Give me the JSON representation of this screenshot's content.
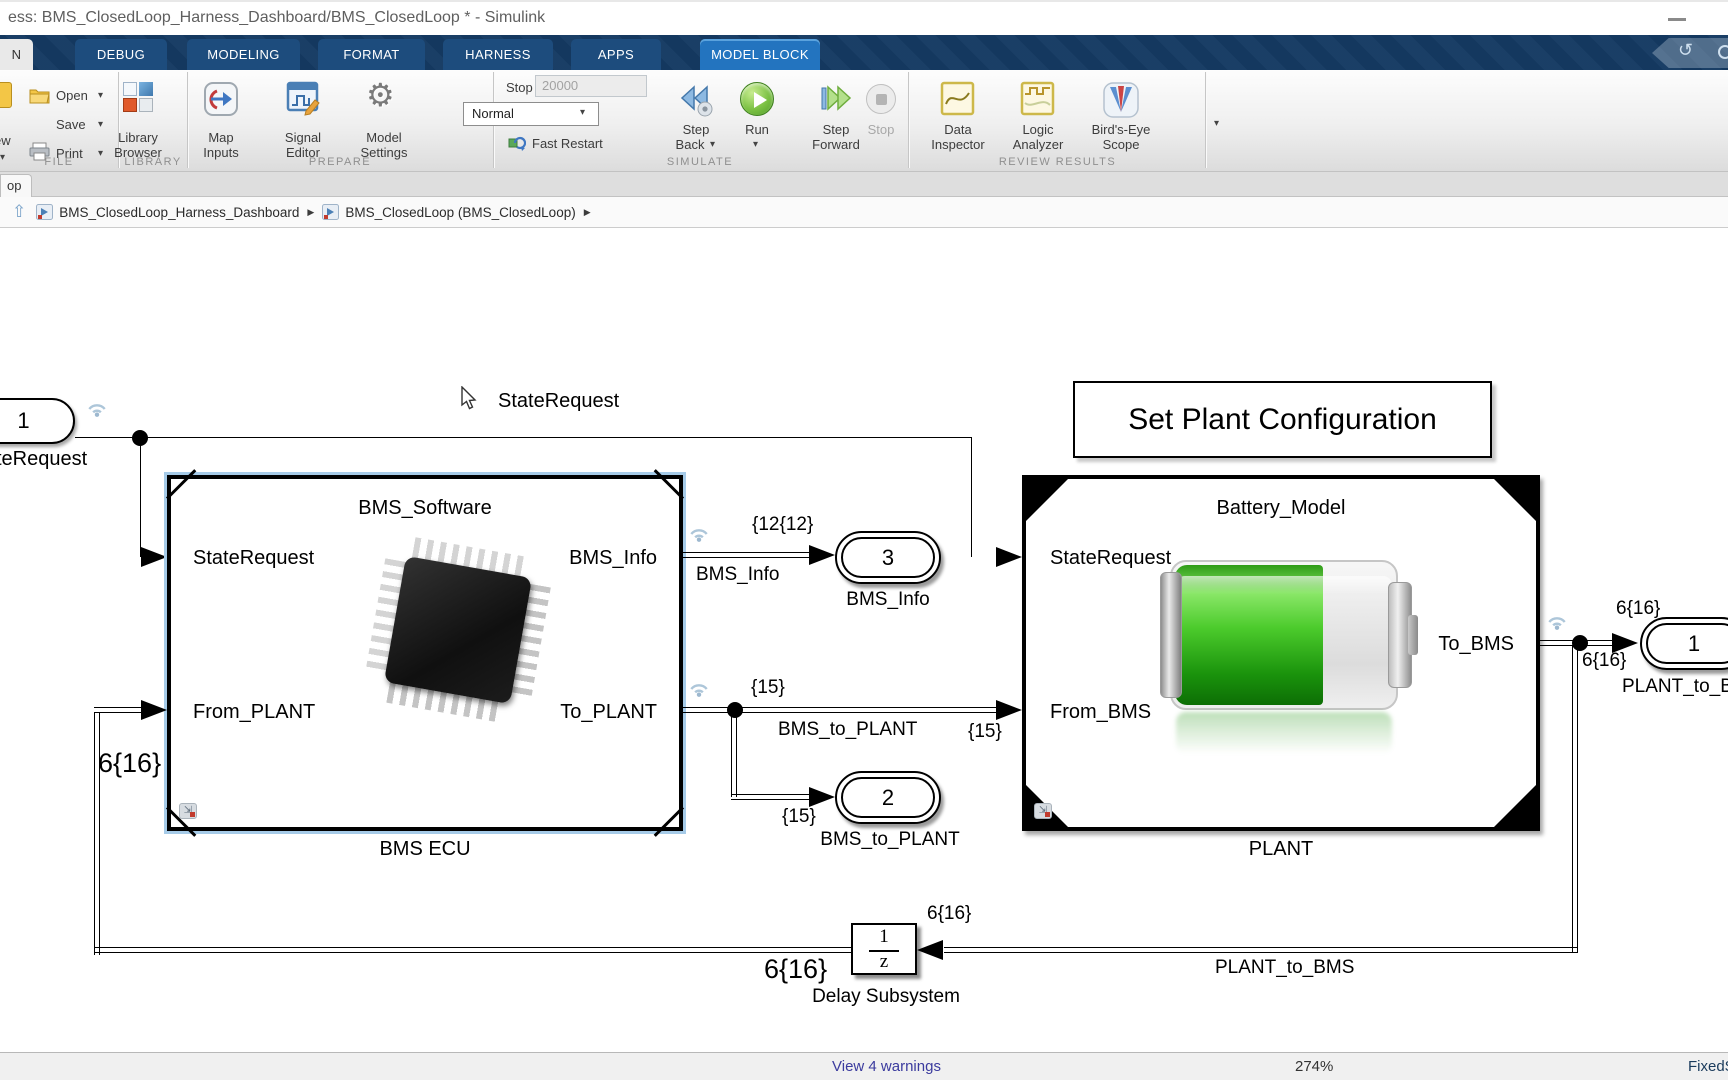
{
  "window": {
    "title": "ess: BMS_ClosedLoop_Harness_Dashboard/BMS_ClosedLoop * - Simulink"
  },
  "tabs": {
    "partial": "N",
    "debug": "DEBUG",
    "modeling": "MODELING",
    "format": "FORMAT",
    "harness": "HARNESS",
    "apps": "APPS",
    "model_block": "MODEL BLOCK"
  },
  "ribbon": {
    "sections": {
      "file": "FILE",
      "library": "LIBRARY",
      "prepare": "PREPARE",
      "simulate": "SIMULATE",
      "review": "REVIEW RESULTS"
    },
    "file": {
      "new_partial": "ew",
      "open": "Open",
      "save": "Save",
      "print": "Print"
    },
    "library": {
      "browser": "Library Browser"
    },
    "prepare": {
      "map_inputs": "Map Inputs",
      "signal_editor": "Signal Editor",
      "model_settings": "Model Settings"
    },
    "simulate": {
      "stop_time_label": "Stop Time",
      "stop_time_value": "20000",
      "mode": "Normal",
      "fast_restart": "Fast Restart",
      "step": "Step",
      "back": "Back",
      "run": "Run",
      "forward": "Forward",
      "stop": "Stop"
    },
    "review": {
      "data_inspector": "Data Inspector",
      "logic_analyzer": "Logic Analyzer",
      "birds_eye": "Bird's-Eye Scope"
    }
  },
  "docbar": {
    "tab_partial": "op"
  },
  "breadcrumb": {
    "item1": "BMS_ClosedLoop_Harness_Dashboard",
    "item2": "BMS_ClosedLoop (BMS_ClosedLoop)"
  },
  "diagram": {
    "inport1": {
      "number": "1",
      "label_clipped": "teRequest"
    },
    "cursor_label": "StateRequest",
    "bms_ecu": {
      "title": "BMS_Software",
      "name": "BMS ECU",
      "port_in1": "StateRequest",
      "port_in2": "From_PLANT",
      "port_out1": "BMS_Info",
      "port_out2": "To_PLANT"
    },
    "plant": {
      "title": "Battery_Model",
      "name": "PLANT",
      "port_in1": "StateRequest",
      "port_in2": "From_BMS",
      "port_out1": "To_BMS"
    },
    "annotation": "Set Plant Configuration",
    "outport3": {
      "number": "3",
      "label": "BMS_Info"
    },
    "outport2": {
      "number": "2",
      "label": "BMS_to_PLANT"
    },
    "outport1": {
      "number": "1",
      "label_clipped": "PLANT_to_B"
    },
    "delay": {
      "numerator": "1",
      "denominator": "z",
      "name": "Delay Subsystem"
    },
    "signals": {
      "dim12": "{12{12}",
      "bms_info": "BMS_Info",
      "dim15_line": "{15}",
      "dim15_plant": "{15}",
      "dim15_out": "{15}",
      "bms_to_plant_line": "BMS_to_PLANT",
      "dim616_ecu": "6{16}",
      "dim616_out_top": "6{16}",
      "dim616_out_bot": "6{16}",
      "dim616_delay_in": "6{16}",
      "dim616_delay_big": "6{16}",
      "plant_to_bms": "PLANT_to_BMS"
    }
  },
  "statusbar": {
    "warnings": "View 4 warnings",
    "zoom": "274%",
    "solver": "FixedSte"
  }
}
